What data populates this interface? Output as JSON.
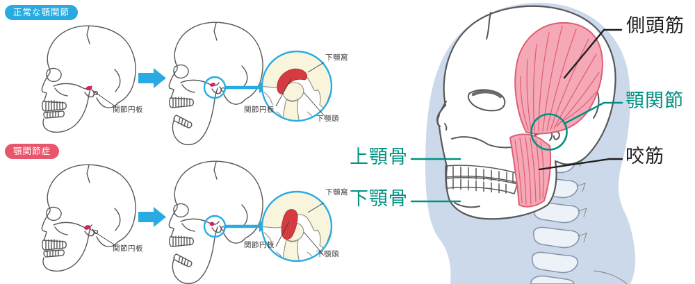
{
  "illustration": {
    "panel_normal": {
      "badge": "正常な顎関節",
      "disc_callout": "関節円板",
      "zoom": {
        "fossa": "下顎窩",
        "disc": "関節円板",
        "condyle": "下顎頭"
      }
    },
    "panel_disorder": {
      "badge": "顎関節症",
      "disc_callout": "関節円板",
      "zoom": {
        "fossa": "下顎窩",
        "disc": "関節円板",
        "condyle": "下顎頭"
      }
    },
    "head_labels": {
      "temporalis": "側頭筋",
      "tmj": "顎関節",
      "masseter": "咬筋",
      "maxilla": "上顎骨",
      "mandible": "下顎骨"
    },
    "colors": {
      "accent_blue": "#29abe2",
      "badge_red": "#e8566b",
      "disc_red": "#d63b41",
      "disc_dot_pink": "#d61f69",
      "bone_cream": "#f8f5dc",
      "outline_gray": "#595757",
      "teal": "#009182",
      "silhouette_blue": "#ccd9ea",
      "muscle_pink": "#f5a9b6",
      "muscle_line_pink": "#e0607a",
      "label_black": "#1e1e1e"
    }
  }
}
